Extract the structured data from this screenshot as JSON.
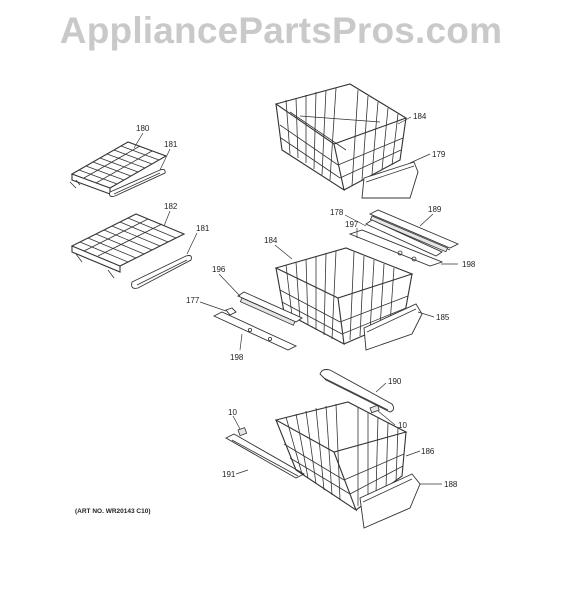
{
  "watermark": "AppliancePartsPros.com",
  "art_number": "(ART NO. WR20143 C10)",
  "callouts": {
    "c180": "180",
    "c181a": "181",
    "c182": "182",
    "c181b": "181",
    "c184a": "184",
    "c179": "179",
    "c178": "178",
    "c189": "189",
    "c197": "197",
    "c184b": "184",
    "c198a": "198",
    "c196": "196",
    "c177": "177",
    "c185": "185",
    "c198b": "198",
    "c190": "190",
    "c10a": "10",
    "c10b": "10",
    "c186": "186",
    "c191": "191",
    "c188": "188"
  }
}
